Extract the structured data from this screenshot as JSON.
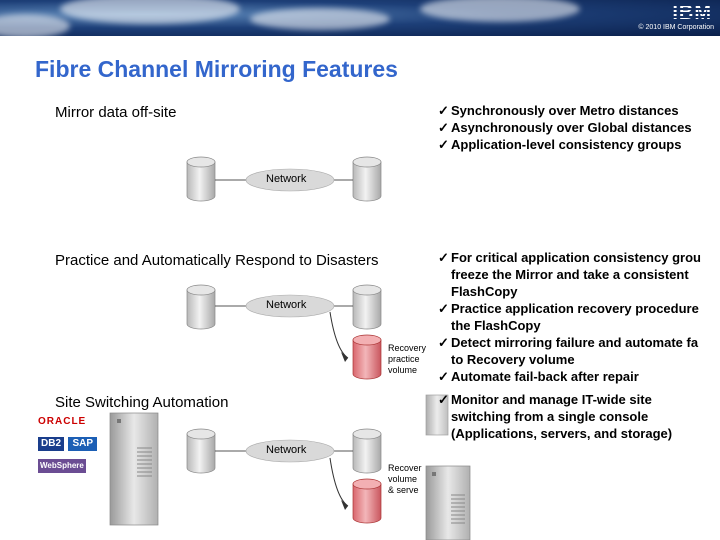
{
  "banner": {
    "logo": "IBM",
    "copyright": "© 2010 IBM Corporation"
  },
  "title": "Fibre Channel Mirroring Features",
  "section1": {
    "heading": "Mirror data off-site",
    "bullets": [
      "Synchronously over Metro distances",
      "Asynchronously over Global distances",
      "Application-level consistency groups"
    ],
    "network_label": "Network"
  },
  "section2": {
    "heading": "Practice and Automatically Respond to Disasters",
    "bullets": [
      [
        "For critical application consistency grou",
        "freeze the Mirror and take a consistent",
        "FlashCopy"
      ],
      [
        "Practice application recovery procedure",
        "the FlashCopy"
      ],
      [
        "Detect mirroring failure and automate fa",
        "to Recovery volume"
      ],
      [
        "Automate fail-back after repair"
      ]
    ],
    "network_label": "Network",
    "recovery_label": [
      "Recovery",
      "practice",
      "volume"
    ]
  },
  "section3": {
    "heading": "Site Switching Automation",
    "bullets": [
      [
        "Monitor and manage IT-wide site",
        "switching from a single console",
        "(Applications, servers, and storage)"
      ]
    ],
    "network_label": "Network",
    "recovery_label": [
      "Recover",
      "volume",
      "& serve"
    ],
    "logos": [
      "ORACLE",
      "DB2",
      "SAP",
      "WebSphere"
    ]
  },
  "colors": {
    "title": "#3366cc",
    "accent_volume": "#e7868b",
    "network_cloud": "#d9d9d9",
    "banner": "#1d3f78"
  }
}
